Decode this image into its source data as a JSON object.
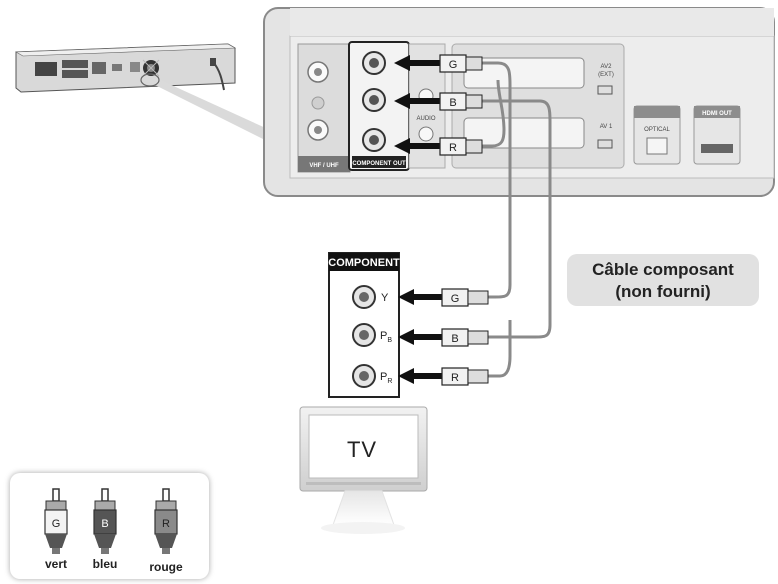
{
  "panel": {
    "component_out": "COMPONENT OUT",
    "vhf_uhf": "VHF / UHF",
    "audio": "AUDIO",
    "av2_line1": "AV2",
    "av2_line2": "(EXT)",
    "av1_line1": "AV 1",
    "optical": "OPTICAL",
    "hdmi_out": "HDMI OUT"
  },
  "cable_plugs": {
    "green": "G",
    "blue": "B",
    "red": "R"
  },
  "tv_input": {
    "title": "COMPONENT",
    "jack_y": "Y",
    "jack_pb_main": "P",
    "jack_pb_sub": "B",
    "jack_pr_main": "P",
    "jack_pr_sub": "R"
  },
  "callout": {
    "line1": "Câble composant",
    "line2": "(non fourni)"
  },
  "tv": {
    "label": "TV"
  },
  "legend": {
    "plugs": [
      {
        "letter": "G",
        "label": "vert"
      },
      {
        "letter": "B",
        "label": "bleu"
      },
      {
        "letter": "R",
        "label": "rouge"
      }
    ]
  },
  "colors": {
    "panel_bg": "#e4e4e4",
    "panel_border": "#8a8a8a",
    "cable": "#8a8a8a",
    "callout_bg": "#e1e1e1",
    "dark": "#222222"
  }
}
